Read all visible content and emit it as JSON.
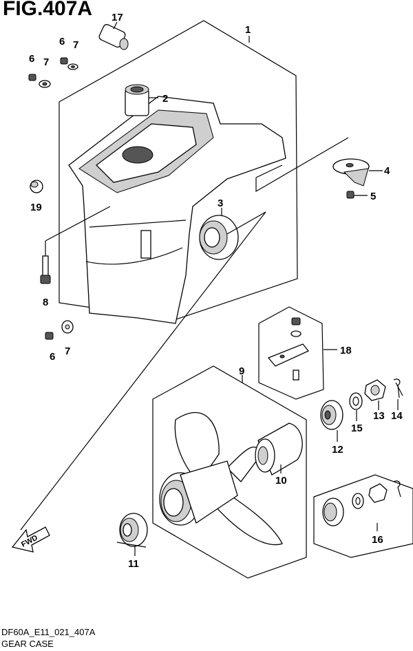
{
  "title": "FIG.407A",
  "footer": {
    "code": "DF60A_E11_021_407A",
    "name": "GEAR CASE"
  },
  "fwd_label": "FWD",
  "callouts": [
    "1",
    "2",
    "3",
    "4",
    "5",
    "6",
    "7",
    "6",
    "7",
    "6",
    "7",
    "8",
    "9",
    "10",
    "11",
    "12",
    "13",
    "14",
    "15",
    "16",
    "17",
    "18",
    "19"
  ]
}
